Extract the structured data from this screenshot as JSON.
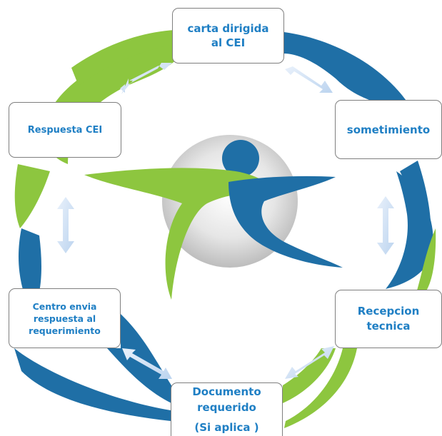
{
  "nodes": {
    "top": [
      "carta dirigida",
      "al CEI"
    ],
    "right_upper": [
      "sometimiento"
    ],
    "right_lower": [
      "Recepcion",
      "tecnica"
    ],
    "bottom": [
      "Documento",
      "requerido",
      "(Si aplica )"
    ],
    "left_lower": [
      "Centro envia",
      "respuesta al",
      "requerimiento"
    ],
    "left_upper": [
      "Respuesta CEI"
    ]
  },
  "colors": {
    "green": "#8dc63f",
    "blue": "#1f6fa6",
    "text": "#1f7fc4",
    "arrow": "#cfe0f3"
  }
}
